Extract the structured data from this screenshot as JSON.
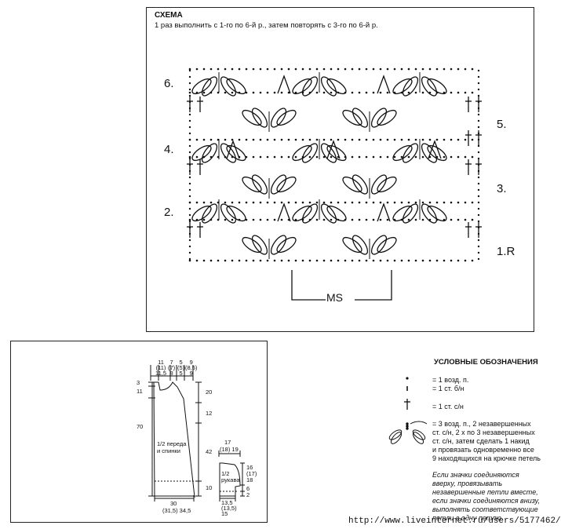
{
  "schema": {
    "title": "СХЕМА",
    "subtitle": "1 раз выполнить с 1-го по 6-й р., затем повторять с 3-го по 6-й р.",
    "row_labels": {
      "r6": "6.",
      "r5": "5.",
      "r4": "4.",
      "r3": "3.",
      "r2": "2.",
      "r1": "1.R"
    },
    "repeat_label": "MS"
  },
  "pattern": {
    "body": {
      "top_widths": [
        "11",
        "(11)",
        "11,5"
      ],
      "neck_widths": [
        "7",
        "(7)",
        "8"
      ],
      "shoulder_widths": [
        "5",
        "(5)",
        "5"
      ],
      "side_widths": [
        "9",
        "(8,5)",
        "9"
      ],
      "left_dims": [
        "3",
        "11",
        "70"
      ],
      "right_dims": [
        "20",
        "12",
        "42",
        "10"
      ],
      "label_line1": "1/2 переда",
      "label_line2": "и спинки",
      "bottom_width": "30",
      "bottom_width_alt": "(31,5) 34,5"
    },
    "sleeve": {
      "top_width": "17",
      "top_width_alt": "(18) 19",
      "label_line1": "1/2",
      "label_line2": "рукава",
      "right_dims": [
        "16",
        "(17)",
        "18"
      ],
      "side_dims": [
        "6",
        "2"
      ],
      "bottom_width": "13,5",
      "bottom_width_alt": "(13,5)",
      "bottom_width_alt2": "15"
    }
  },
  "legend": {
    "title": "УСЛОВНЫЕ ОБОЗНАЧЕНИЯ",
    "items": [
      {
        "symbol": "dot-icon",
        "text": "= 1 возд. п."
      },
      {
        "symbol": "bar-icon",
        "text": "= 1 ст. б/н"
      },
      {
        "symbol": "dc-icon",
        "text": "= 1 ст. с/н"
      }
    ],
    "cluster_lines": [
      "= 3 возд. п., 2 незавершенных",
      "ст. с/н, 2 х по 3 незавершенных",
      "ст. с/н, затем сделать 1 накид",
      "и провязать одновременно все",
      "9 находящихся на крючке петель"
    ],
    "note_lines": [
      "Если значки соединяются",
      "вверху, провязывать",
      "незавершенные петли вместе,",
      "если значки соединяются внизу,",
      "выполнять соответствующие",
      "петли в одну петлю"
    ]
  },
  "watermark": "http://www.liveinternet.ru/users/5177462/"
}
